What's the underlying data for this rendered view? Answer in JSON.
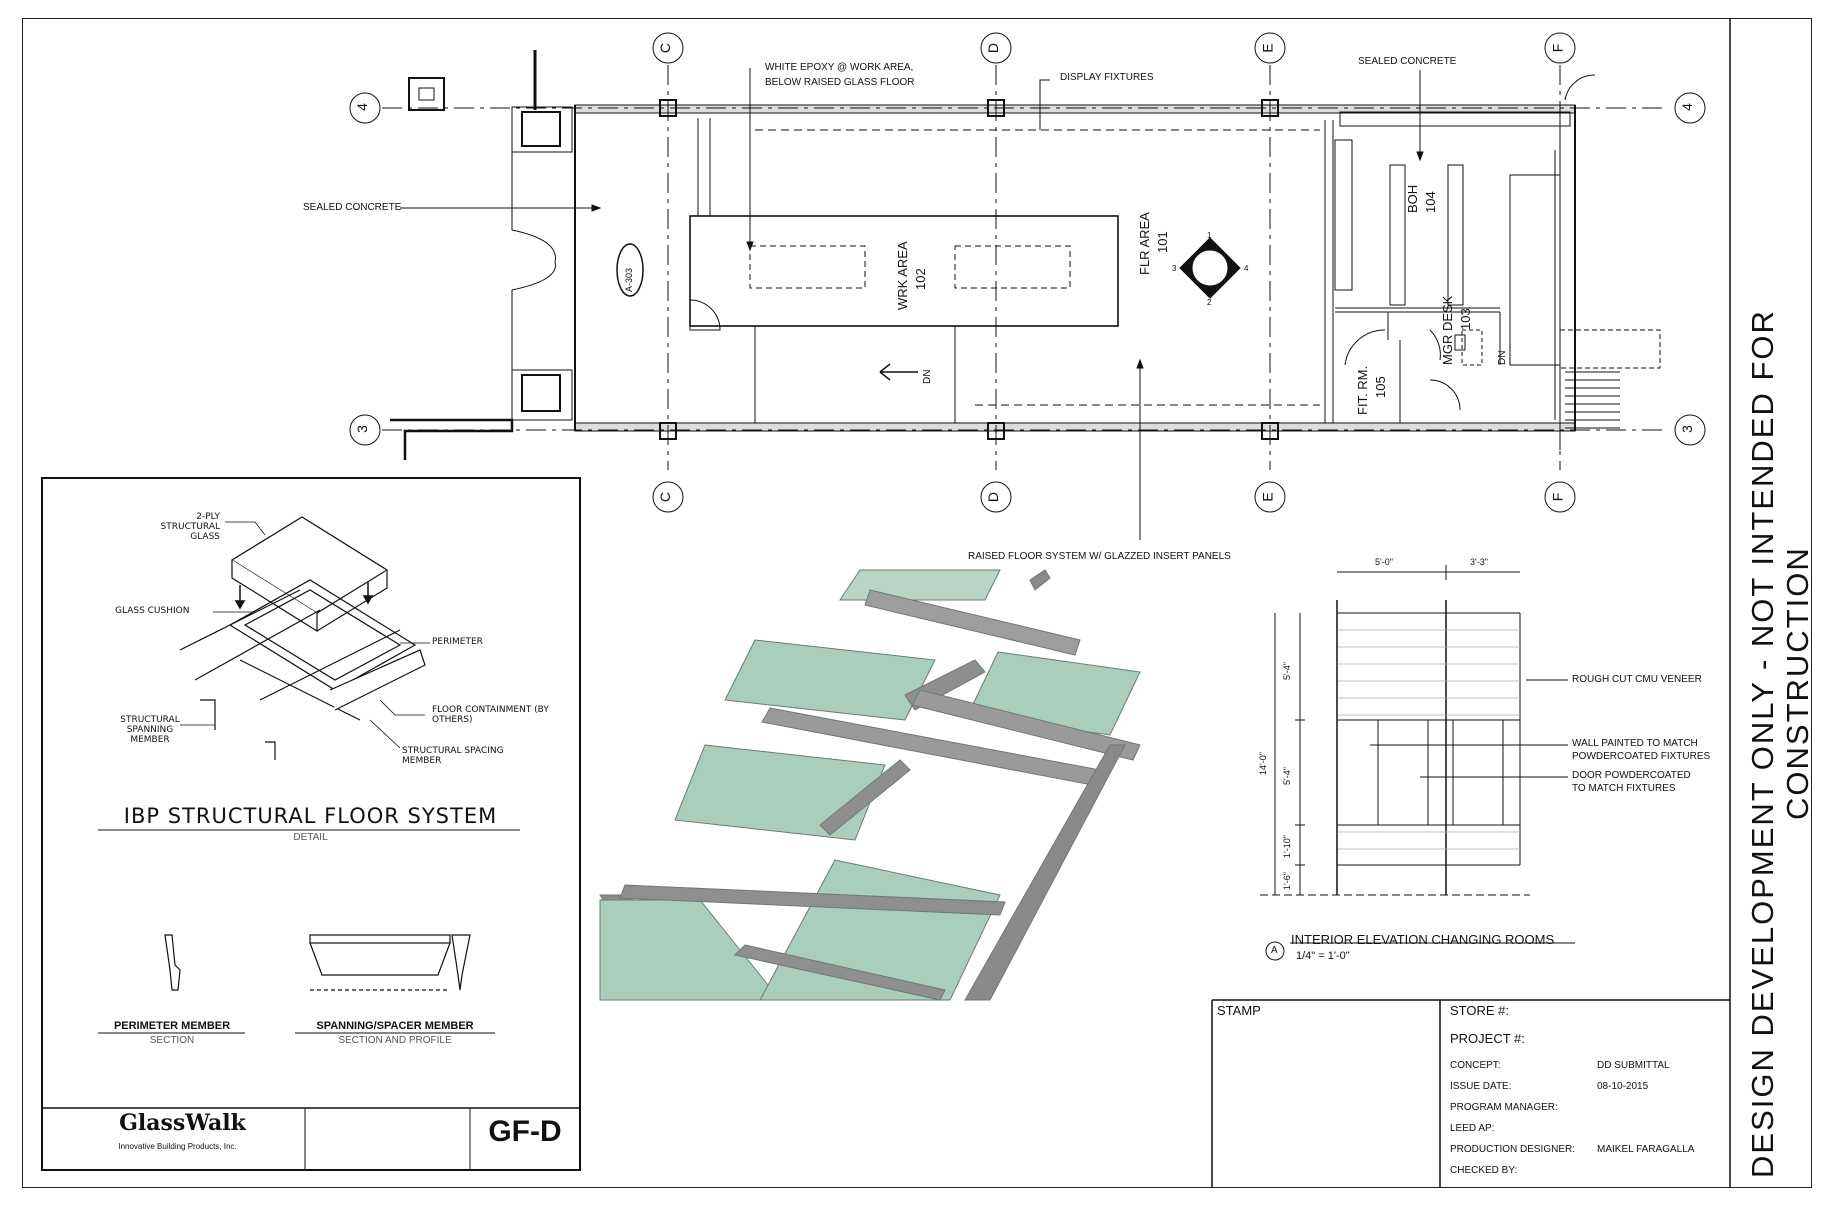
{
  "plan": {
    "grid_cols": [
      "C",
      "D",
      "E",
      "F"
    ],
    "grid_rows": [
      "4",
      "3"
    ],
    "rooms": [
      {
        "name": "WRK AREA",
        "num": "102"
      },
      {
        "name": "FLR AREA",
        "num": "101"
      },
      {
        "name": "BOH",
        "num": "104"
      },
      {
        "name": "MGR DESK",
        "num": "103"
      },
      {
        "name": "FIT. RM.",
        "num": "105"
      }
    ],
    "section_tag": "A-303",
    "section_nums": [
      "1",
      "2",
      "3",
      "4"
    ],
    "dn_label": "DN",
    "notes": {
      "sealed_concrete_left": "SEALED CONCRETE",
      "white_epoxy": "WHITE EPOXY @ WORK AREA,",
      "white_epoxy_2": "BELOW RAISED GLASS FLOOR",
      "display_fixtures": "DISPLAY FIXTURES",
      "sealed_concrete_right": "SEALED CONCRETE",
      "raised_floor": "RAISED FLOOR SYSTEM W/ GLAZZED INSERT PANELS"
    }
  },
  "detail": {
    "labels": {
      "glass": "2-PLY STRUCTURAL GLASS",
      "cushion": "GLASS CUSHION",
      "perimeter": "PERIMETER",
      "containment": "FLOOR CONTAINMENT (BY OTHERS)",
      "spanning": "STRUCTURAL SPANNING MEMBER",
      "spacing": "STRUCTURAL SPACING MEMBER"
    },
    "title": "IBP STRUCTURAL FLOOR SYSTEM",
    "subtitle": "DETAIL",
    "perimeter_member": "PERIMETER MEMBER",
    "perimeter_sub": "SECTION",
    "spanning_member": "SPANNING/SPACER MEMBER",
    "spanning_sub": "SECTION AND PROFILE",
    "logo": "GlassWalk",
    "company": "Innovative Building Products, Inc.",
    "sheet_code": "GF-D"
  },
  "elevation": {
    "dims_top": [
      "5'-0\"",
      "3'-3\""
    ],
    "dims_side": [
      "5'-4\"",
      "5'-4\"",
      "1'-10\"",
      "1'-6\""
    ],
    "overall": "14'-0\"",
    "notes": [
      "ROUGH CUT CMU VENEER",
      "WALL PAINTED TO MATCH",
      "POWDERCOATED FIXTURES",
      "DOOR POWDERCOATED",
      "TO MATCH FIXTURES"
    ],
    "tag": "A",
    "title": "INTERIOR ELEVATION CHANGING ROOMS",
    "scale": "1/4\" = 1'-0\""
  },
  "titleblock": {
    "stamp": "STAMP",
    "store": "STORE #:",
    "project": "PROJECT #:",
    "rows": [
      {
        "label": "CONCEPT:",
        "value": "DD SUBMITTAL"
      },
      {
        "label": "ISSUE DATE:",
        "value": "08-10-2015"
      },
      {
        "label": "PROGRAM MANAGER:",
        "value": ""
      },
      {
        "label": "LEED AP:",
        "value": ""
      },
      {
        "label": "PRODUCTION DESIGNER:",
        "value": "MAIKEL FARAGALLA"
      },
      {
        "label": "CHECKED BY:",
        "value": ""
      }
    ]
  },
  "side": {
    "line1": "DESIGN DEVELOPMENT ONLY - NOT INTENDED FOR",
    "line2": "CONSTRUCTION"
  }
}
